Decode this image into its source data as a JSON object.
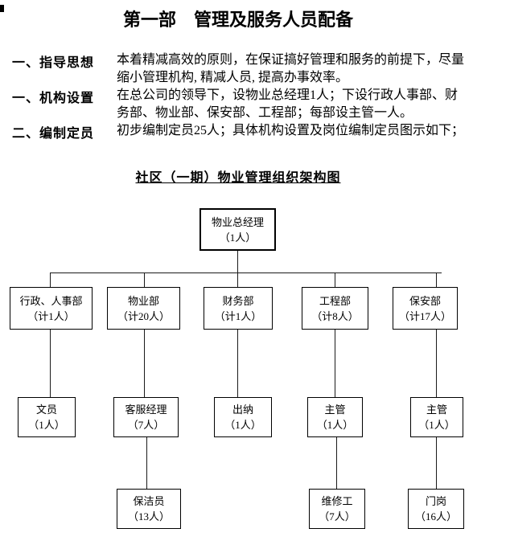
{
  "page": {
    "title": "第一部　管理及服务人员配备"
  },
  "sections": [
    {
      "head": "一、指导思想",
      "lines": [
        "本着精减高效的原则，在保证搞好管理和服务的前提下，尽量",
        "缩小管理机构, 精减人员, 提高办事效率。"
      ]
    },
    {
      "head": "一、机构设置",
      "lines": [
        "在总公司的领导下，设物业总经理1人；下设行政人事部、财",
        "务部、物业部、保安部、工程部；每部设主管一人。"
      ]
    },
    {
      "head": "二、编制定员",
      "lines": [
        "初步编制定员25人；具体机构设置及岗位编制定员图示如下；"
      ]
    }
  ],
  "org_chart": {
    "title": "社区（一期）物业管理组织架构图",
    "total_staff": "25",
    "nodes": {
      "gm": {
        "name": "物业总经理",
        "count": "（1人）"
      },
      "d1": {
        "name": "行政、人事部",
        "count": "（计1人）"
      },
      "d2": {
        "name": "物业部",
        "count": "（计20人）"
      },
      "d3": {
        "name": "财务部",
        "count": "（计1人）"
      },
      "d4": {
        "name": "工程部",
        "count": "（计8人）"
      },
      "d5": {
        "name": "保安部",
        "count": "（计17人）"
      },
      "s1": {
        "name": "文员",
        "count": "（1人）"
      },
      "s2": {
        "name": "客服经理",
        "count": "（7人）"
      },
      "s3": {
        "name": "出纳",
        "count": "（1人）"
      },
      "s4": {
        "name": "主管",
        "count": "（1人）"
      },
      "s5": {
        "name": "主管",
        "count": "（1人）"
      },
      "t2": {
        "name": "保洁员",
        "count": "（13人）"
      },
      "t4": {
        "name": "维修工",
        "count": "（7人）"
      },
      "t5": {
        "name": "门岗",
        "count": "（16人）"
      }
    }
  }
}
